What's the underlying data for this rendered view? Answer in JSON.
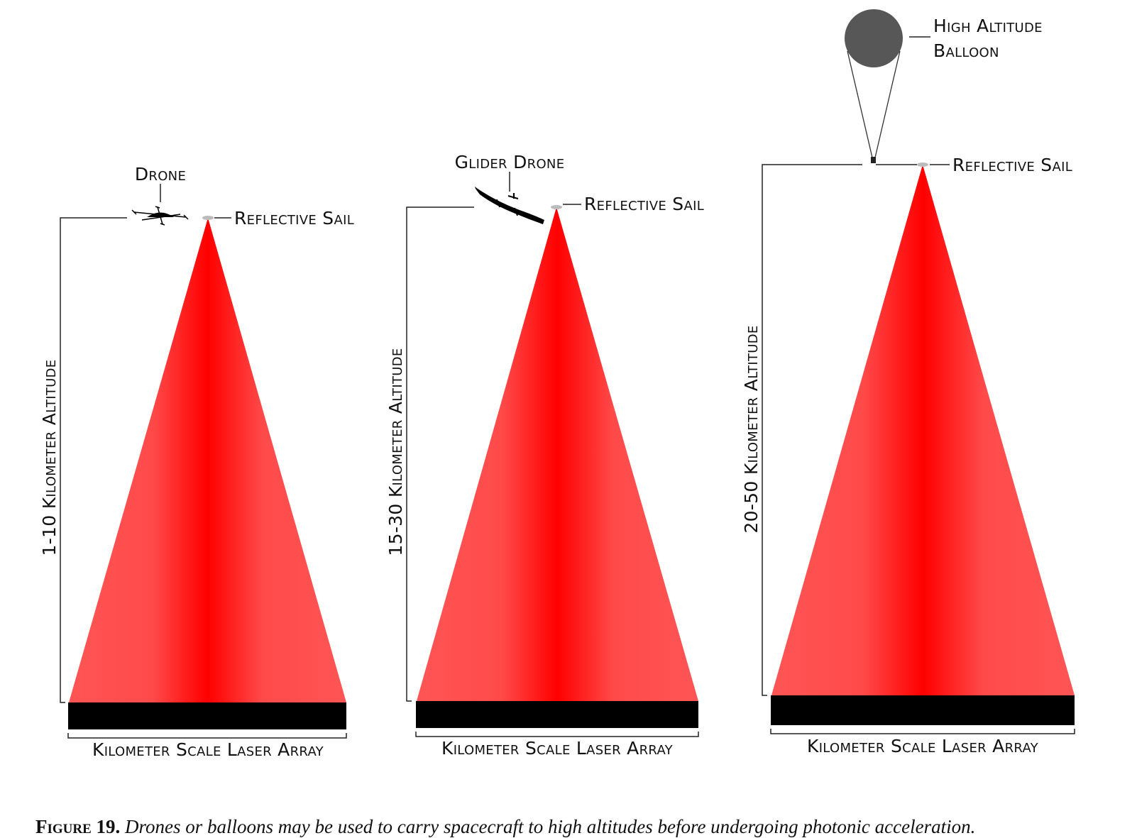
{
  "colors": {
    "beam_core": "#ff0000",
    "beam_edge": "#ff5555",
    "array": "#000000",
    "balloon": "#575757",
    "sail": "#bbbbbb",
    "line": "#222222"
  },
  "panels": [
    {
      "altitude_label": "1-10 Kilometer Altitude",
      "carrier_label": "Drone",
      "carrier_icon": "drone-icon",
      "sail_label": "Reflective Sail",
      "array_label": "Kilometer Scale Laser Array"
    },
    {
      "altitude_label": "15-30 Kilometer Altitude",
      "carrier_label": "Glider Drone",
      "carrier_icon": "glider-drone-icon",
      "sail_label": "Reflective Sail",
      "array_label": "Kilometer Scale Laser Array"
    },
    {
      "altitude_label": "20-50 Kilometer Altitude",
      "carrier_label_line1": "High Altitude",
      "carrier_label_line2": "Balloon",
      "carrier_icon": "balloon-icon",
      "sail_label": "Reflective Sail",
      "array_label": "Kilometer Scale Laser Array"
    }
  ],
  "caption": {
    "figure": "Figure 19.",
    "text": "Drones or balloons may be used to carry spacecraft to high altitudes before undergoing photonic acceleration."
  }
}
